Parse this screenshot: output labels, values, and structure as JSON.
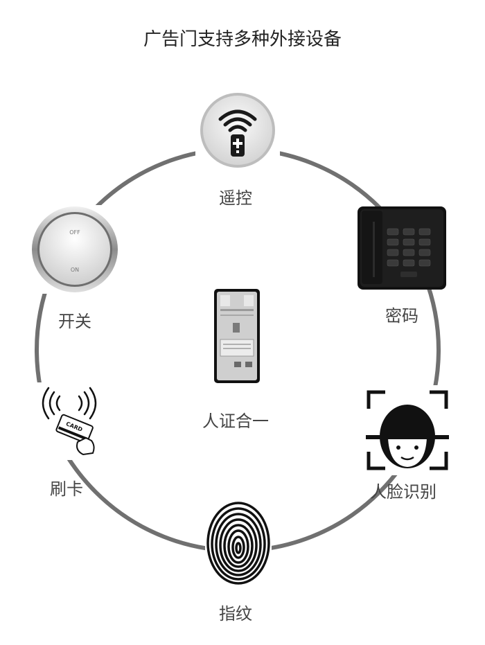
{
  "title": "广告门支持多种外接设备",
  "center": {
    "label": "人证合一"
  },
  "devices": [
    {
      "id": "remote",
      "label": "遥控",
      "icon": "remote-control-icon"
    },
    {
      "id": "keypad",
      "label": "密码",
      "icon": "keypad-icon"
    },
    {
      "id": "face",
      "label": "人脸识别",
      "icon": "face-recognition-icon"
    },
    {
      "id": "fingerprint",
      "label": "指纹",
      "icon": "fingerprint-icon"
    },
    {
      "id": "card",
      "label": "刷卡",
      "icon": "card-swipe-icon"
    },
    {
      "id": "switch",
      "label": "开关",
      "icon": "switch-button-icon"
    }
  ],
  "switch_button": {
    "off": "OFF",
    "on": "ON"
  },
  "card_text": "CARD",
  "colors": {
    "ring": "#707070",
    "icon_dark": "#1a1a1a",
    "label": "#444444"
  }
}
